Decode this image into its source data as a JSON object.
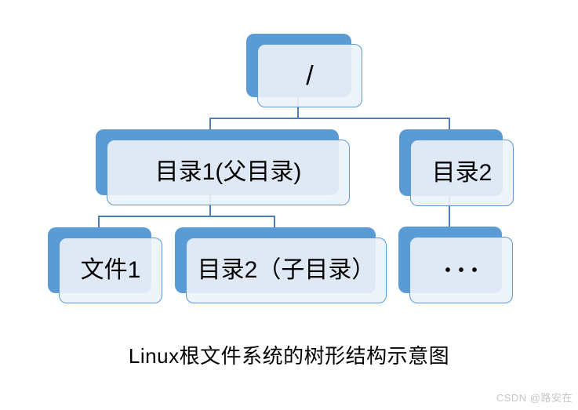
{
  "diagram": {
    "caption": "Linux根文件系统的树形结构示意图",
    "nodes": [
      {
        "id": "root",
        "label": "/"
      },
      {
        "id": "dir1",
        "label": "目录1(父目录)"
      },
      {
        "id": "dir2",
        "label": "目录2"
      },
      {
        "id": "file1",
        "label": "文件1"
      },
      {
        "id": "dir2-child",
        "label": "目录2（子目录）"
      },
      {
        "id": "more",
        "label": "•••"
      }
    ],
    "edges": [
      {
        "from": "root",
        "to": "dir1"
      },
      {
        "from": "root",
        "to": "dir2"
      },
      {
        "from": "dir1",
        "to": "file1"
      },
      {
        "from": "dir1",
        "to": "dir2-child"
      },
      {
        "from": "dir2",
        "to": "more"
      }
    ],
    "colors": {
      "shape_blue": "#5b9bd5",
      "box_fill": "#edf2fa",
      "box_border": "#5b9bd5",
      "connector": "#4e7fae",
      "text": "#000000"
    }
  },
  "watermark": {
    "text": "CSDN @路安在"
  }
}
